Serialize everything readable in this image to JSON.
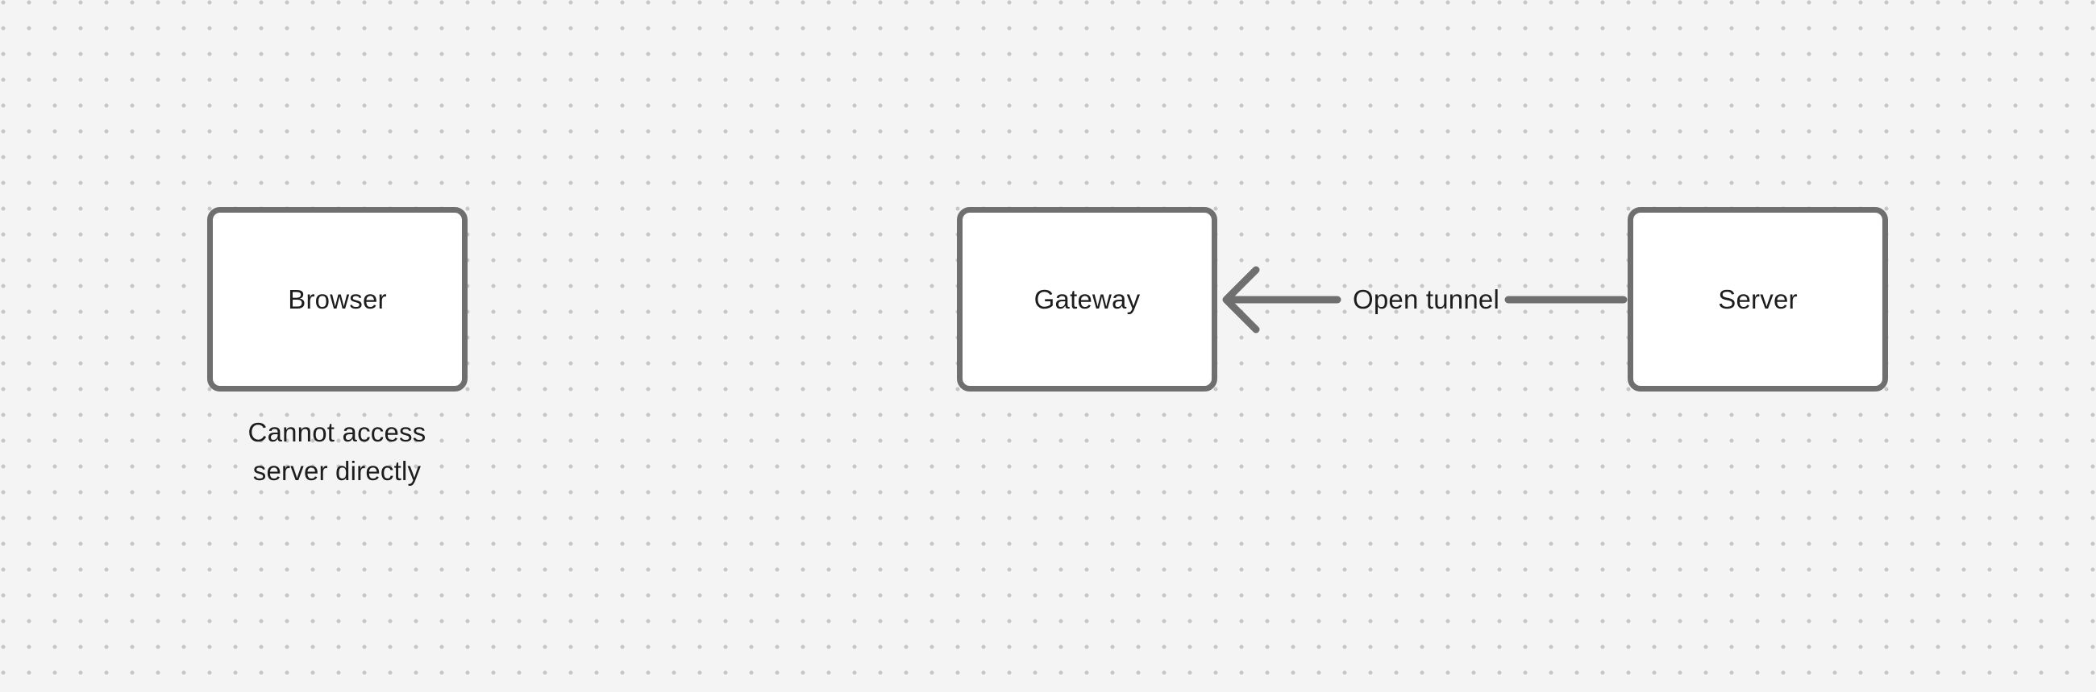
{
  "canvas": {
    "type": "diagram-whiteboard",
    "background_color": "#f4f4f4",
    "dot_color": "#c6c6c6"
  },
  "style": {
    "shape_stroke_color": "#6f6f6f",
    "shape_fill_color": "#ffffff",
    "text_color": "#1d1d1d"
  },
  "nodes": {
    "browser": {
      "label": "Browser"
    },
    "gateway": {
      "label": "Gateway"
    },
    "server": {
      "label": "Server"
    }
  },
  "caption": {
    "line1": "Cannot access",
    "line2": "server directly"
  },
  "connector": {
    "label": "Open tunnel",
    "from": "Server",
    "to": "Gateway",
    "arrow_direction": "left"
  }
}
